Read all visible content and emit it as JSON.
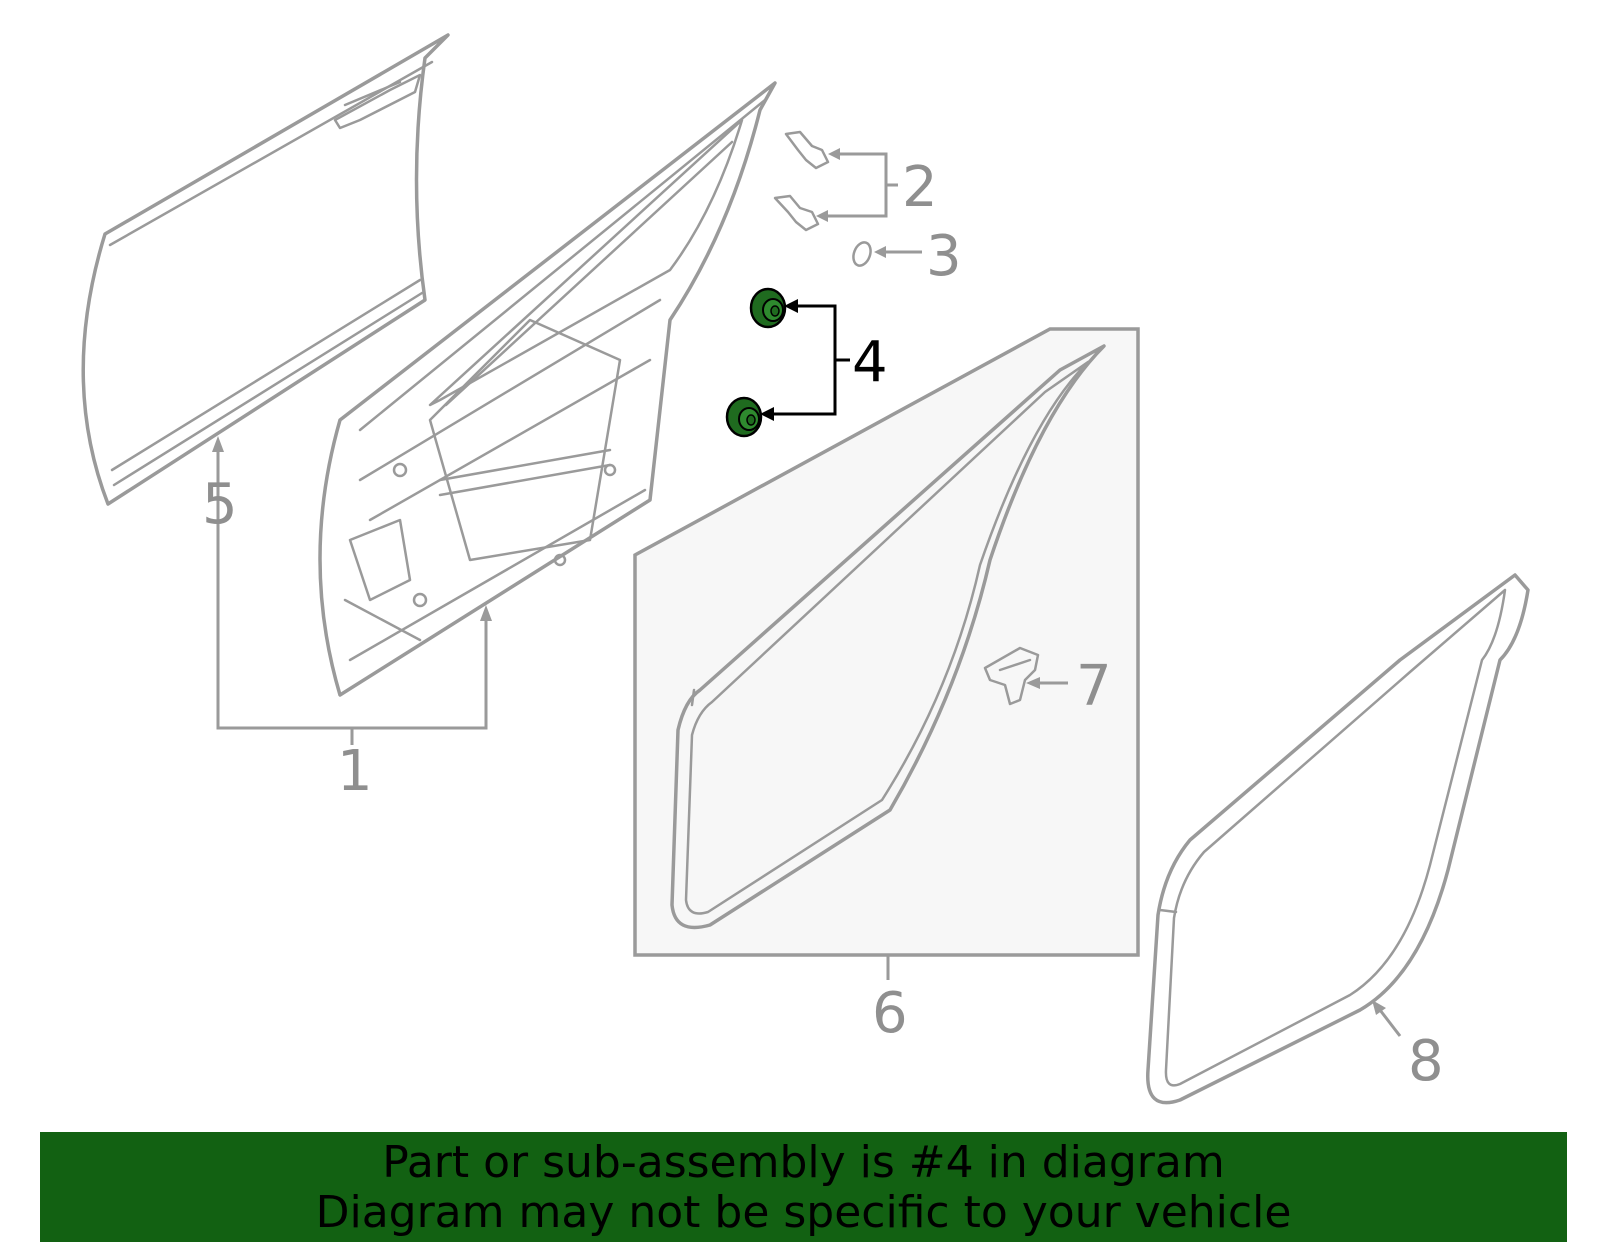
{
  "callouts": {
    "c1": "1",
    "c2": "2",
    "c3": "3",
    "c4": "4",
    "c5": "5",
    "c6": "6",
    "c7": "7",
    "c8": "8"
  },
  "highlight": {
    "part": "4",
    "color": "#126112"
  },
  "banner": {
    "line1": "Part or sub-assembly is #4 in diagram",
    "line2": "Diagram may not be specific to your vehicle",
    "background": "#126112"
  },
  "colors": {
    "part_line": "#9a9a9a",
    "highlight_fill": "#1f6b1f",
    "highlight_callout": "#000000",
    "box_fill": "#f7f7f7"
  }
}
